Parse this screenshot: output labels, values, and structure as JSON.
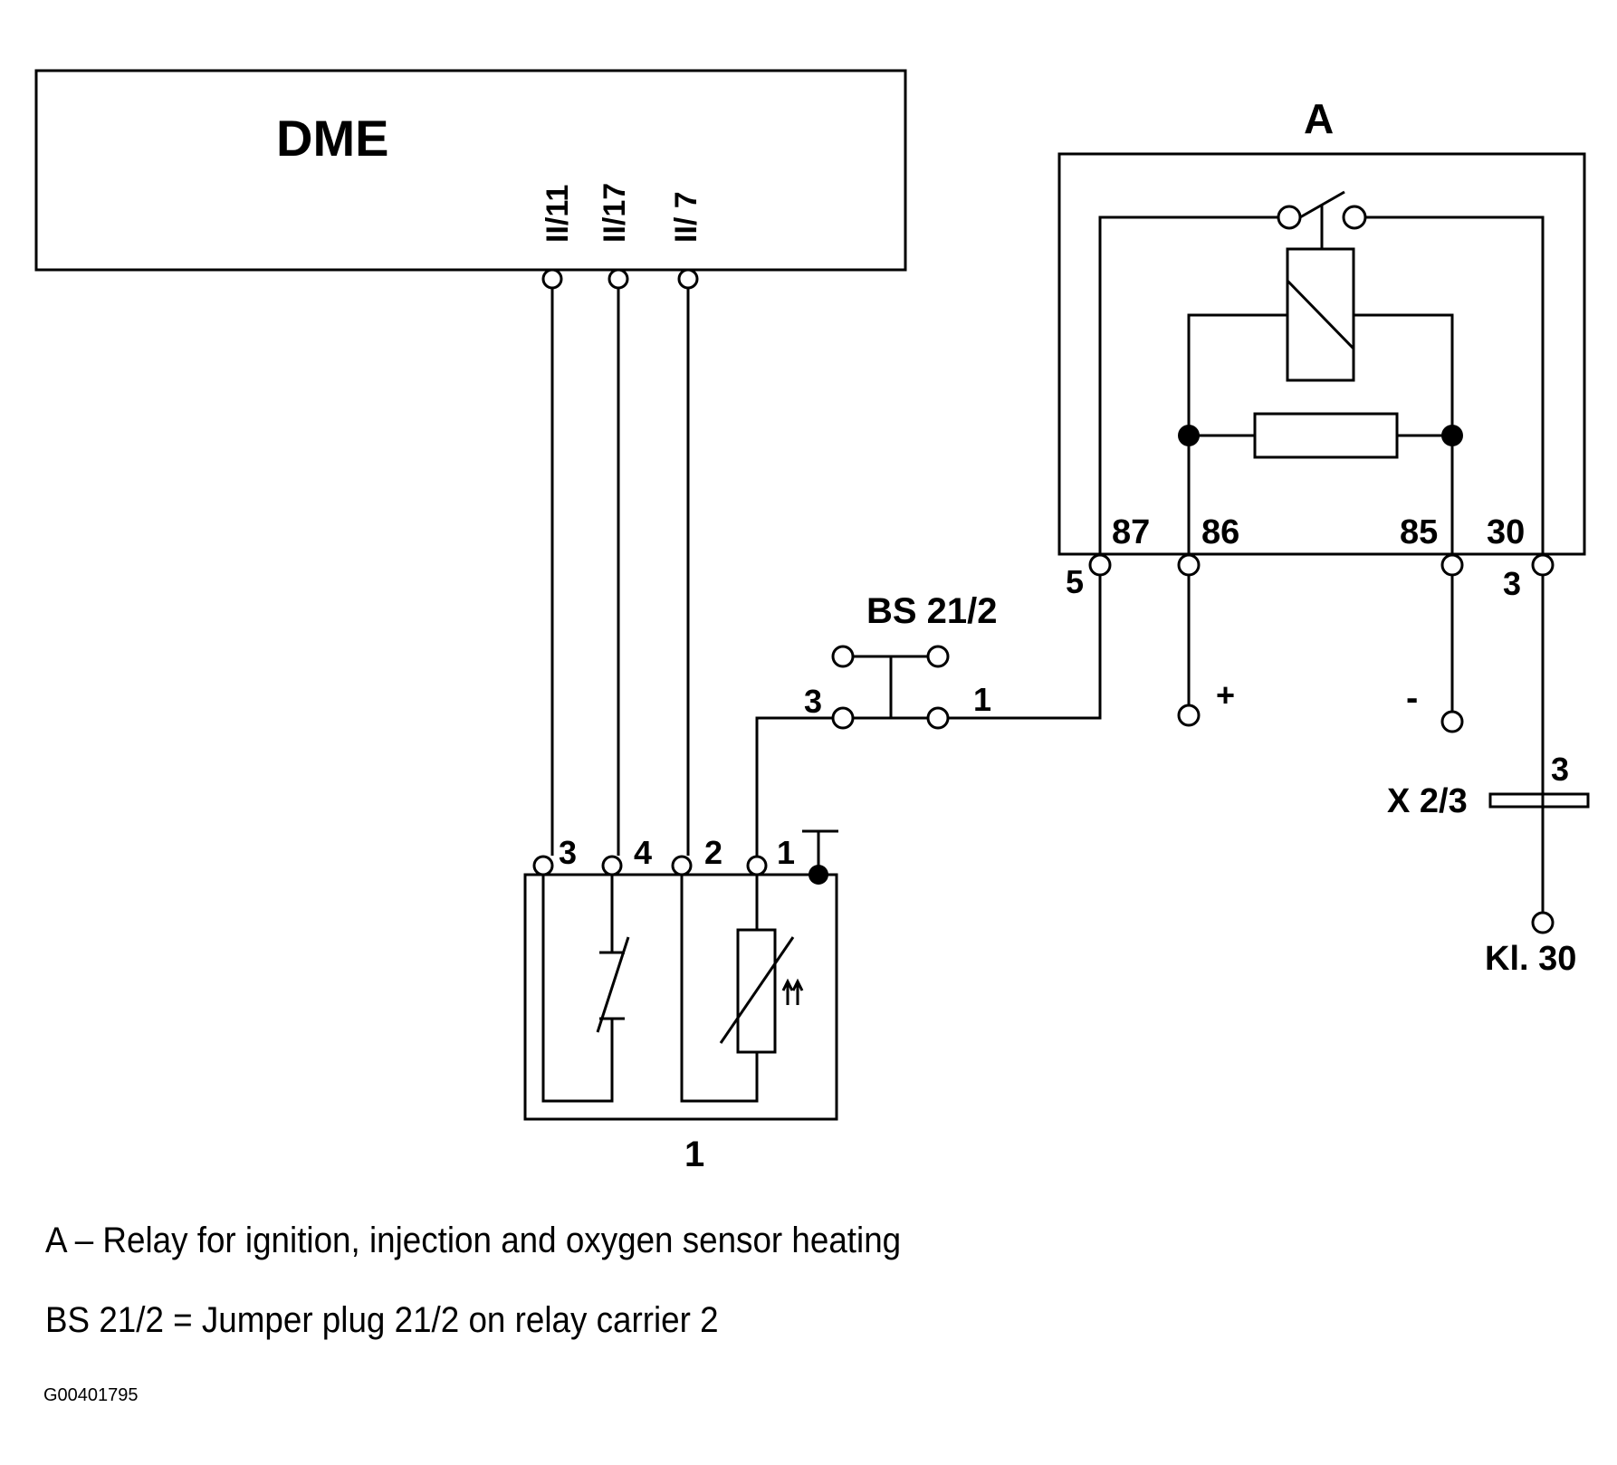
{
  "dme": {
    "title": "DME",
    "pin_a": "II/11",
    "pin_b": "II/17",
    "pin_c": "II/ 7"
  },
  "relay": {
    "label": "A",
    "pin_87": "87",
    "pin_86": "86",
    "pin_85": "85",
    "pin_30": "30",
    "plug_5": "5",
    "plug_3": "3",
    "plus": "+",
    "minus": "-"
  },
  "jumper": {
    "label": "BS 21/2",
    "pin_3": "3",
    "pin_1": "1"
  },
  "connector": {
    "label": "X 2/3",
    "pin": "3"
  },
  "terminal": {
    "label": "Kl. 30"
  },
  "sensor": {
    "label": "1",
    "pin_3": "3",
    "pin_4": "4",
    "pin_2": "2",
    "pin_1": "1"
  },
  "legend": [
    "A – Relay for ignition, injection and oxygen sensor heating",
    "BS 21/2 = Jumper plug 21/2 on relay carrier 2"
  ],
  "figure_code": "G00401795"
}
